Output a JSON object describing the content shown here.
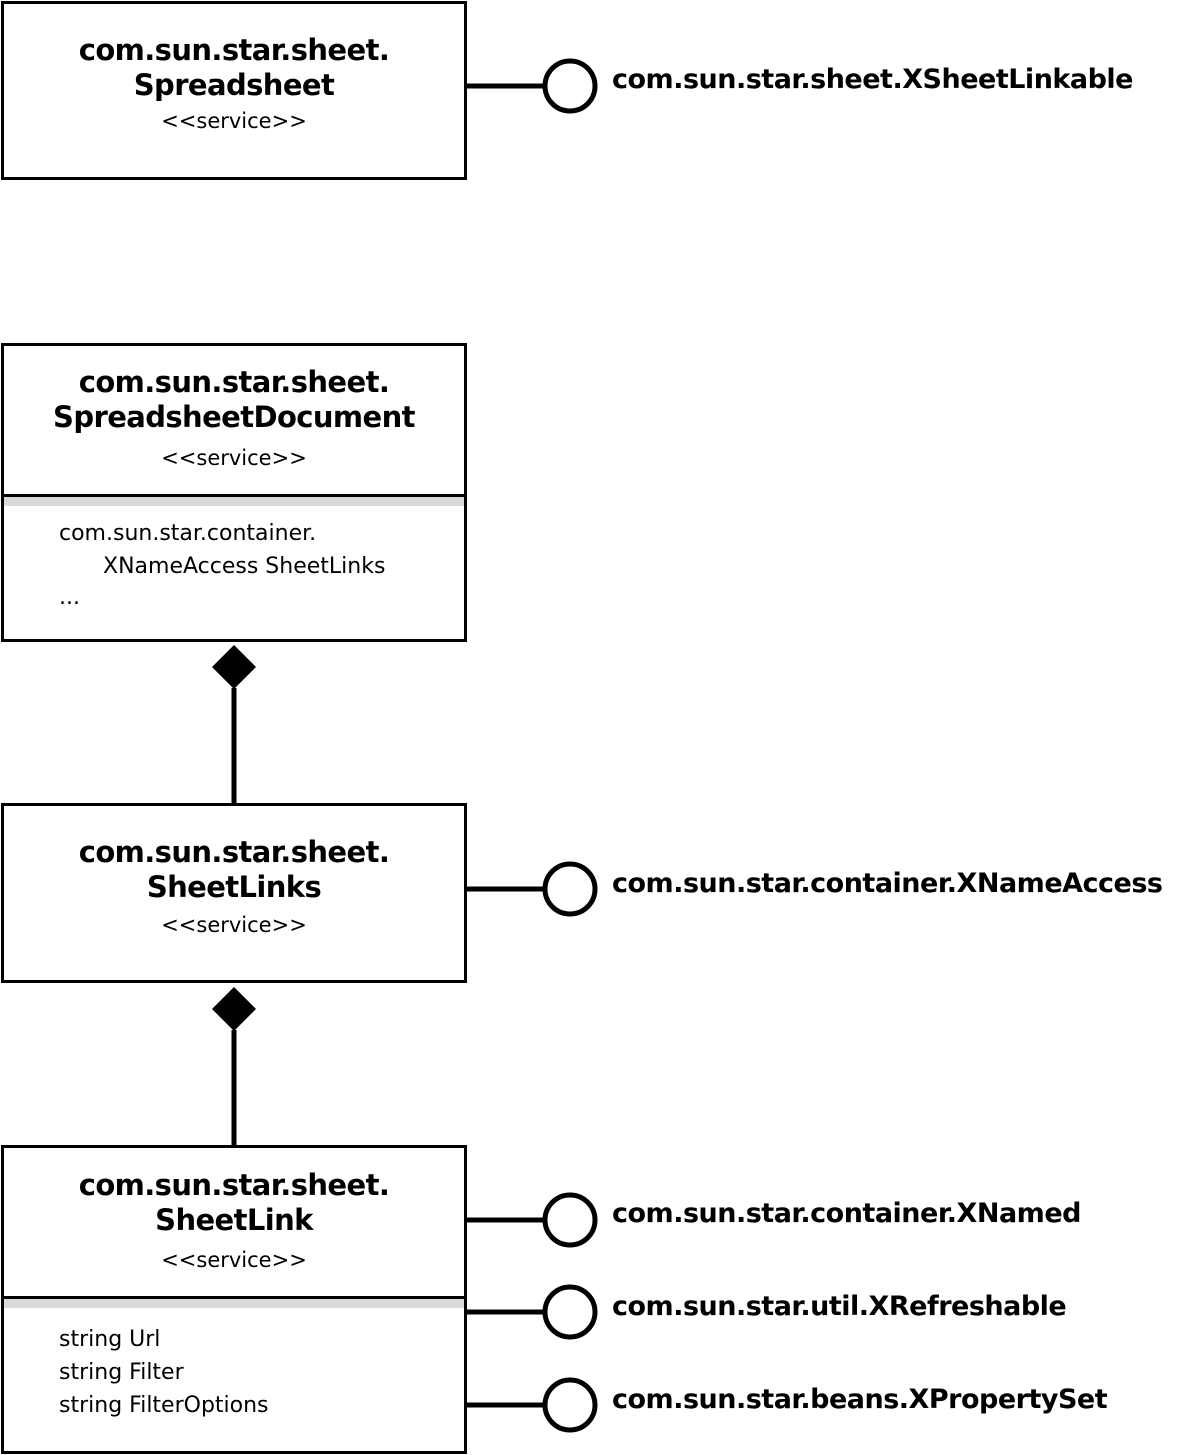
{
  "services": [
    {
      "id": "spreadsheet",
      "name_line1": "com.sun.star.sheet.",
      "name_line2": "Spreadsheet",
      "stereotype": "<<service>>",
      "attributes": []
    },
    {
      "id": "spreadsheet-document",
      "name_line1": "com.sun.star.sheet.",
      "name_line2": "SpreadsheetDocument",
      "stereotype": "<<service>>",
      "attributes": [
        "com.sun.star.container.",
        "XNameAccess SheetLinks",
        "..."
      ]
    },
    {
      "id": "sheet-links",
      "name_line1": "com.sun.star.sheet.",
      "name_line2": "SheetLinks",
      "stereotype": "<<service>>",
      "attributes": []
    },
    {
      "id": "sheet-link",
      "name_line1": "com.sun.star.sheet.",
      "name_line2": "SheetLink",
      "stereotype": "<<service>>",
      "attributes": [
        "string Url",
        "string Filter",
        "string FilterOptions"
      ]
    }
  ],
  "interfaces": [
    {
      "service": "spreadsheet",
      "label": "com.sun.star.sheet.XSheetLinkable"
    },
    {
      "service": "sheet-links",
      "label": "com.sun.star.container.XNameAccess"
    },
    {
      "service": "sheet-link",
      "label": "com.sun.star.container.XNamed"
    },
    {
      "service": "sheet-link",
      "label": "com.sun.star.util.XRefreshable"
    },
    {
      "service": "sheet-link",
      "label": "com.sun.star.beans.XPropertySet"
    }
  ],
  "relations": [
    {
      "type": "composition",
      "whole": "spreadsheet-document",
      "part": "sheet-links"
    },
    {
      "type": "composition",
      "whole": "sheet-links",
      "part": "sheet-link"
    }
  ]
}
